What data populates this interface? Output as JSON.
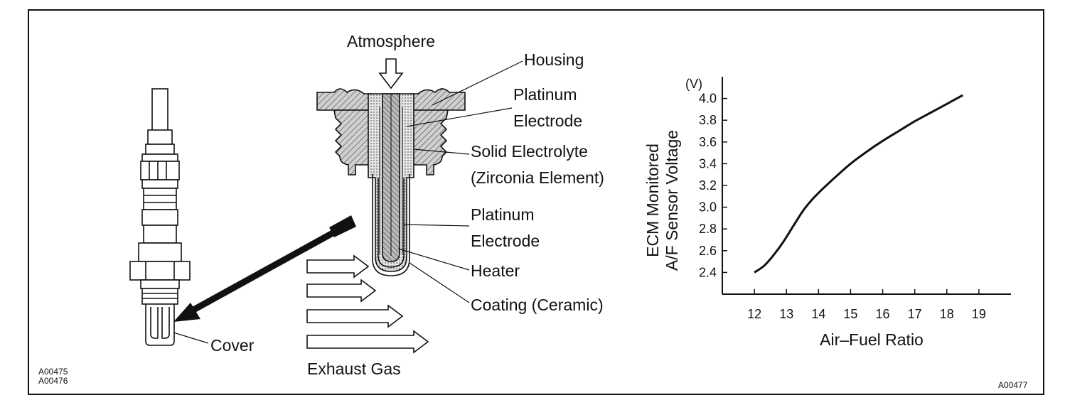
{
  "labels": {
    "atmosphere": "Atmosphere",
    "housing": "Housing",
    "platinum_top_1": "Platinum",
    "platinum_top_2": "Electrode",
    "electrolyte_1": "Solid Electrolyte",
    "electrolyte_2": "(Zirconia Element)",
    "platinum_bottom_1": "Platinum",
    "platinum_bottom_2": "Electrode",
    "heater": "Heater",
    "coating": "Coating (Ceramic)",
    "cover": "Cover",
    "exhaust_gas": "Exhaust Gas"
  },
  "codes": {
    "left_1": "A00475",
    "left_2": "A00476",
    "right": "A00477"
  },
  "chart_data": {
    "type": "line",
    "xlabel": "Air–Fuel Ratio",
    "ylabel_line1": "ECM Monitored",
    "ylabel_line2": "A/F Sensor Voltage",
    "yunit": "(V)",
    "xlim": [
      11,
      20
    ],
    "ylim": [
      2.2,
      4.2
    ],
    "xticks": [
      12,
      13,
      14,
      15,
      16,
      17,
      18,
      19
    ],
    "yticks": [
      2.4,
      2.6,
      2.8,
      3.0,
      3.2,
      3.4,
      3.6,
      3.8,
      4.0
    ],
    "ytick_labels": [
      "2.4",
      "2.6",
      "2.8",
      "3.0",
      "3.2",
      "3.4",
      "3.6",
      "3.8",
      "4.0"
    ],
    "grid": false,
    "series": [
      {
        "x": [
          12.0,
          12.3,
          12.6,
          12.9,
          13.2,
          13.5,
          13.8,
          14.1,
          14.5,
          15.0,
          15.5,
          16.0,
          16.5,
          17.0,
          17.5,
          18.0,
          18.5
        ],
        "y": [
          2.4,
          2.46,
          2.56,
          2.68,
          2.82,
          2.96,
          3.07,
          3.16,
          3.27,
          3.4,
          3.51,
          3.61,
          3.7,
          3.79,
          3.87,
          3.95,
          4.03
        ]
      }
    ]
  }
}
